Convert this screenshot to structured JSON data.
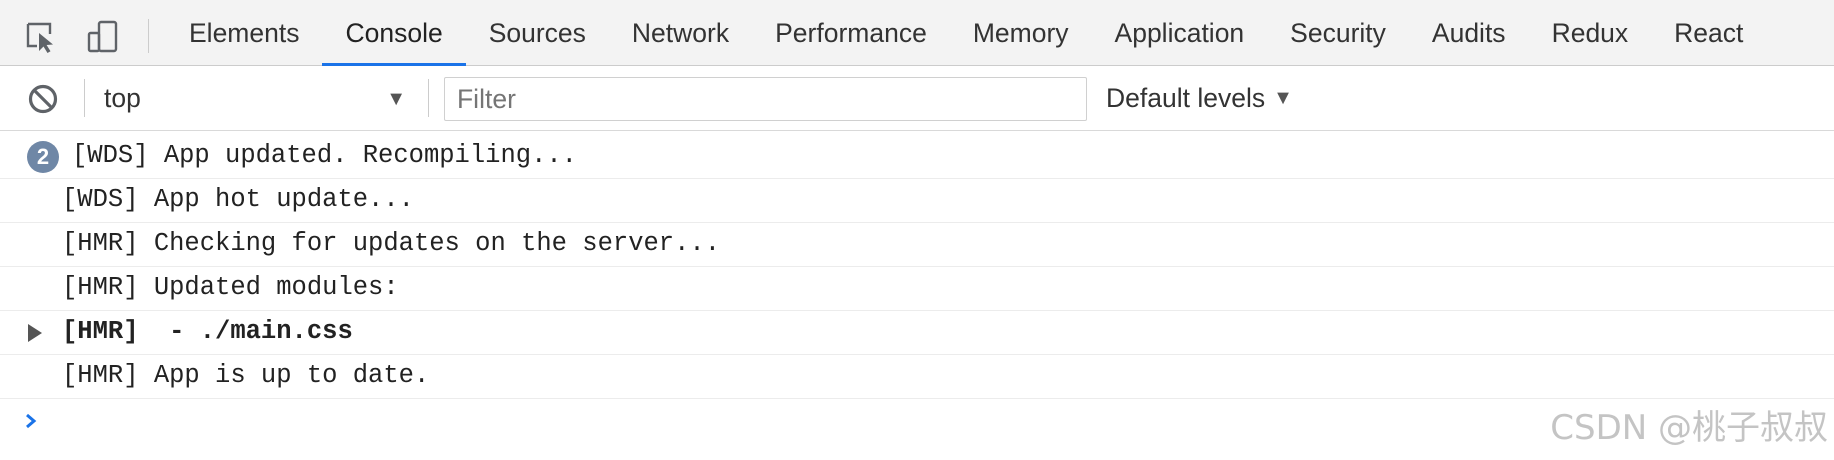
{
  "tabs": [
    {
      "label": "Elements",
      "active": false
    },
    {
      "label": "Console",
      "active": true
    },
    {
      "label": "Sources",
      "active": false
    },
    {
      "label": "Network",
      "active": false
    },
    {
      "label": "Performance",
      "active": false
    },
    {
      "label": "Memory",
      "active": false
    },
    {
      "label": "Application",
      "active": false
    },
    {
      "label": "Security",
      "active": false
    },
    {
      "label": "Audits",
      "active": false
    },
    {
      "label": "Redux",
      "active": false
    },
    {
      "label": "React",
      "active": false
    }
  ],
  "toolbar": {
    "context_value": "top",
    "filter_placeholder": "Filter",
    "filter_value": "",
    "levels_label": "Default levels",
    "arrow_glyph": "▼"
  },
  "messages": [
    {
      "text": "[WDS] App updated. Recompiling...",
      "repeat_count": "2"
    },
    {
      "text": "[WDS] App hot update..."
    },
    {
      "text": "[HMR] Checking for updates on the server..."
    },
    {
      "text": "[HMR] Updated modules:"
    },
    {
      "text": "[HMR]  - ./main.css",
      "expandable": true,
      "bold": true
    },
    {
      "text": "[HMR] App is up to date."
    }
  ],
  "watermark": "CSDN @桃子叔叔",
  "icons": {
    "inspect": "inspect-element-icon",
    "device": "device-toolbar-icon",
    "clear": "clear-console-icon",
    "expand": "expand-triangle-icon",
    "prompt": "console-prompt-icon"
  },
  "colors": {
    "active_tab_underline": "#1a73e8",
    "repeat_badge": "#6f87a6",
    "prompt_chevron": "#1a73e8"
  }
}
